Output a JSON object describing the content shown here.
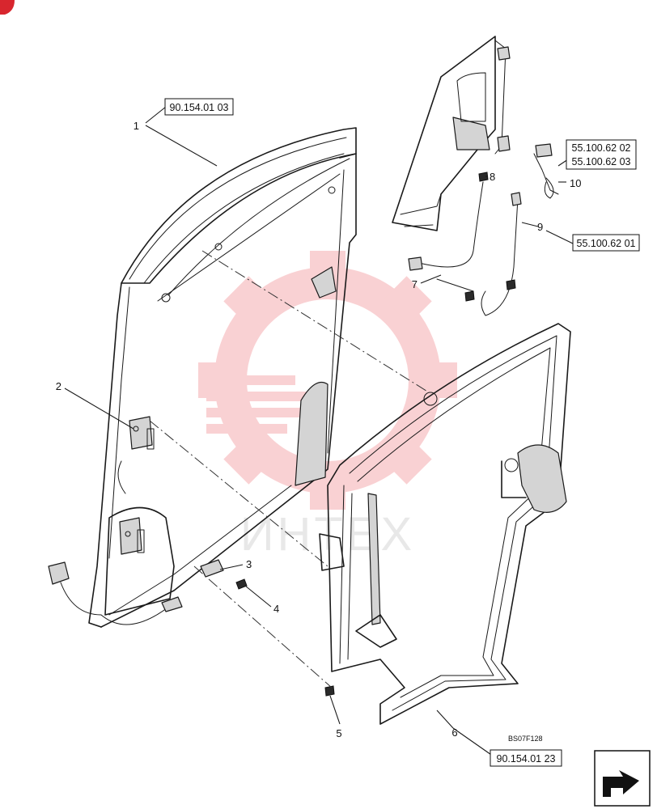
{
  "callouts": [
    {
      "id": "1",
      "label": "1"
    },
    {
      "id": "2",
      "label": "2"
    },
    {
      "id": "3",
      "label": "3"
    },
    {
      "id": "4",
      "label": "4"
    },
    {
      "id": "5",
      "label": "5"
    },
    {
      "id": "6",
      "label": "6"
    },
    {
      "id": "7",
      "label": "7"
    },
    {
      "id": "8",
      "label": "8"
    },
    {
      "id": "9",
      "label": "9"
    },
    {
      "id": "10",
      "label": "10"
    }
  ],
  "references": {
    "ref_1": "90.154.01 03",
    "ref_10_a": "55.100.62 02",
    "ref_10_b": "55.100.62 03",
    "ref_9": "55.100.62 01",
    "ref_6": "90.154.01 23"
  },
  "figure_code": "BS07F128",
  "watermark_text": "ИНТЕХ",
  "watermark_color": "#e8333a",
  "nav_icon": "next-page-arrow-icon"
}
